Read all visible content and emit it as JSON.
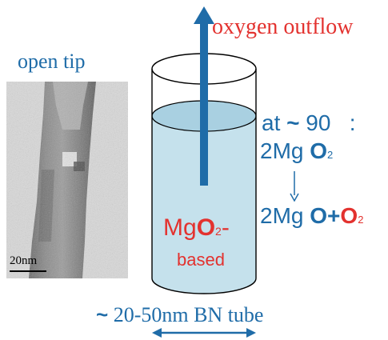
{
  "open_tip_label": "open tip",
  "scale_bar_label": "20nm",
  "oxygen_outflow_label": "oxygen outflow",
  "tube_width_label": {
    "tilde": "~",
    "text": " 20-50nm BN tube"
  },
  "filling_label": {
    "mg": "Mg",
    "o": "O",
    "sub": "2",
    "dash": "-",
    "line2": "based"
  },
  "temperature_label": {
    "prefix": "at",
    "tilde": "~",
    "value": "90",
    "colon": ":"
  },
  "reactant": {
    "coef": "2",
    "mg": "Mg",
    "o": "O",
    "sub": "2"
  },
  "product": {
    "coef": "2",
    "mg": "Mg",
    "o": "O",
    "plus": "+",
    "o2": "O",
    "sub": "2"
  },
  "colors": {
    "blue": "#1f6ca8",
    "red": "#e3322f",
    "liquid": "#c5e1ec"
  }
}
